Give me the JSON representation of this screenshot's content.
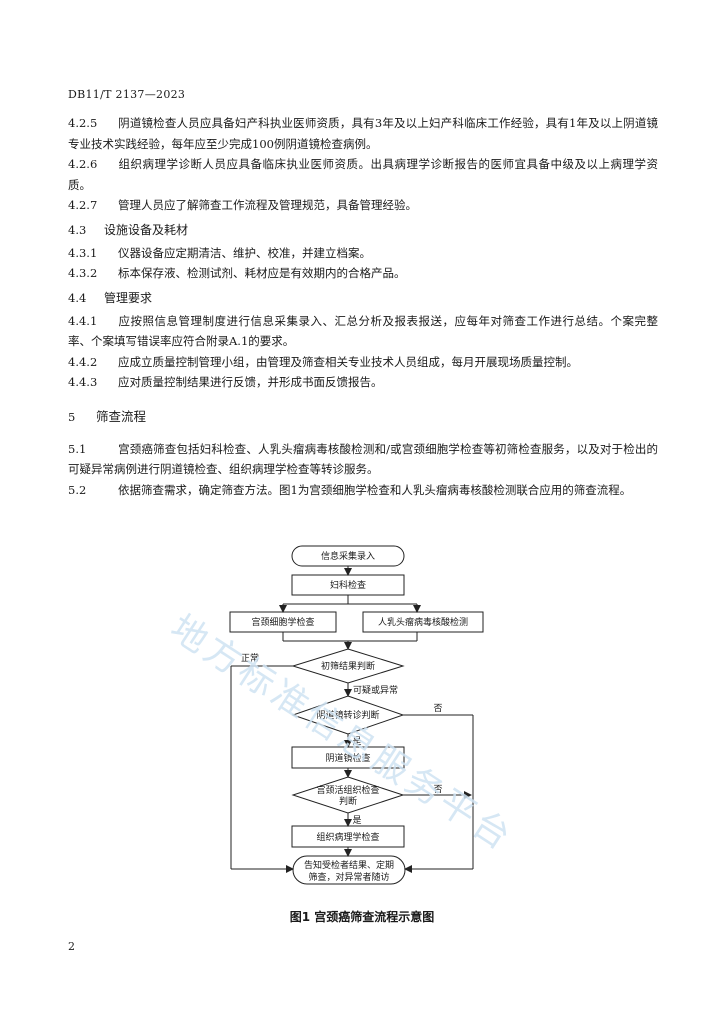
{
  "header": {
    "standard_code": "DB11/T 2137—2023"
  },
  "paragraphs": [
    {
      "num": "4.2.5",
      "text": "阴道镜检查人员应具备妇产科执业医师资质，具有3年及以上妇产科临床工作经验，具有1年及以上阴道镜专业技术实践经验，每年应至少完成100例阴道镜检查病例。"
    },
    {
      "num": "4.2.6",
      "text": "组织病理学诊断人员应具备临床执业医师资质。出具病理学诊断报告的医师宜具备中级及以上病理学资质。"
    },
    {
      "num": "4.2.7",
      "text": "管理人员应了解筛查工作流程及管理规范，具备管理经验。"
    }
  ],
  "section_4_3": {
    "num": "4.3",
    "title": "设施设备及耗材",
    "items": [
      {
        "num": "4.3.1",
        "text": "仪器设备应定期清洁、维护、校准，并建立档案。"
      },
      {
        "num": "4.3.2",
        "text": "标本保存液、检测试剂、耗材应是有效期内的合格产品。"
      }
    ]
  },
  "section_4_4": {
    "num": "4.4",
    "title": "管理要求",
    "items": [
      {
        "num": "4.4.1",
        "text": "应按照信息管理制度进行信息采集录入、汇总分析及报表报送，应每年对筛查工作进行总结。个案完整率、个案填写错误率应符合附录A.1的要求。"
      },
      {
        "num": "4.4.2",
        "text": "应成立质量控制管理小组，由管理及筛查相关专业技术人员组成，每月开展现场质量控制。"
      },
      {
        "num": "4.4.3",
        "text": "应对质量控制结果进行反馈，并形成书面反馈报告。"
      }
    ]
  },
  "section_5": {
    "num": "5",
    "title": "筛查流程",
    "items": [
      {
        "num": "5.1",
        "text": "宫颈癌筛查包括妇科检查、人乳头瘤病毒核酸检测和/或宫颈细胞学检查等初筛检查服务，以及对于检出的可疑异常病例进行阴道镜检查、组织病理学检查等转诊服务。"
      },
      {
        "num": "5.2",
        "text": "依据筛查需求，确定筛查方法。图1为宫颈细胞学检查和人乳头瘤病毒核酸检测联合应用的筛查流程。"
      }
    ]
  },
  "flowchart": {
    "start": "信息采集录入",
    "gyn_exam": "妇科检查",
    "cytology": "宫颈细胞学检查",
    "hpv": "人乳头瘤病毒核酸检测",
    "initial_judge": "初筛结果判断",
    "normal_label": "正常",
    "abnormal_label": "可疑或异常",
    "colpo_referral": "阴道镜转诊判断",
    "no_label_1": "否",
    "yes_label_1": "是",
    "colpo_exam": "阴道镜检查",
    "biopsy_judge_1": "宫颈活组织检查",
    "biopsy_judge_2": "判断",
    "no_label_2": "否",
    "yes_label_2": "是",
    "pathology": "组织病理学检查",
    "end_1": "告知受检者结果、定期",
    "end_2": "筛查，对异常者随访"
  },
  "caption": "图1  宫颈癌筛查流程示意图",
  "page_number": "2",
  "watermark": "地方标准信息服务平台"
}
